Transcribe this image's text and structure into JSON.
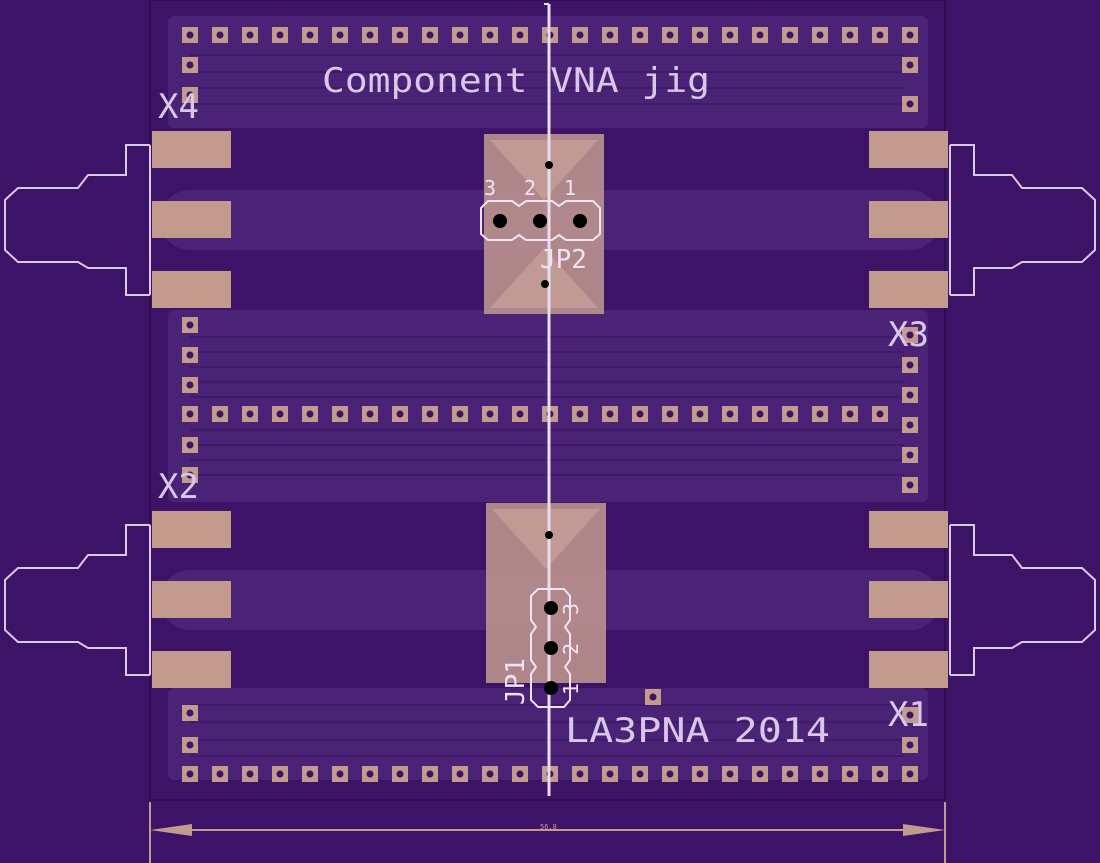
{
  "board": {
    "title": "Component VNA jig",
    "credit": "LA3PNA 2014",
    "dimension_label": "56.8"
  },
  "connectors": [
    {
      "id": "X4",
      "label": "X4"
    },
    {
      "id": "X3",
      "label": "X3"
    },
    {
      "id": "X2",
      "label": "X2"
    },
    {
      "id": "X1",
      "label": "X1"
    }
  ],
  "jumpers": [
    {
      "id": "JP2",
      "label": "JP2",
      "pins": [
        "3",
        "2",
        "1"
      ]
    },
    {
      "id": "JP1",
      "label": "JP1",
      "pins": [
        "3",
        "2",
        "1"
      ]
    }
  ],
  "colors": {
    "background": "#3c1366",
    "copper_pour": "#4a2377",
    "copper_pad": "#c29a8e",
    "silkscreen": "#d8c8e8",
    "drill": "#000000"
  }
}
